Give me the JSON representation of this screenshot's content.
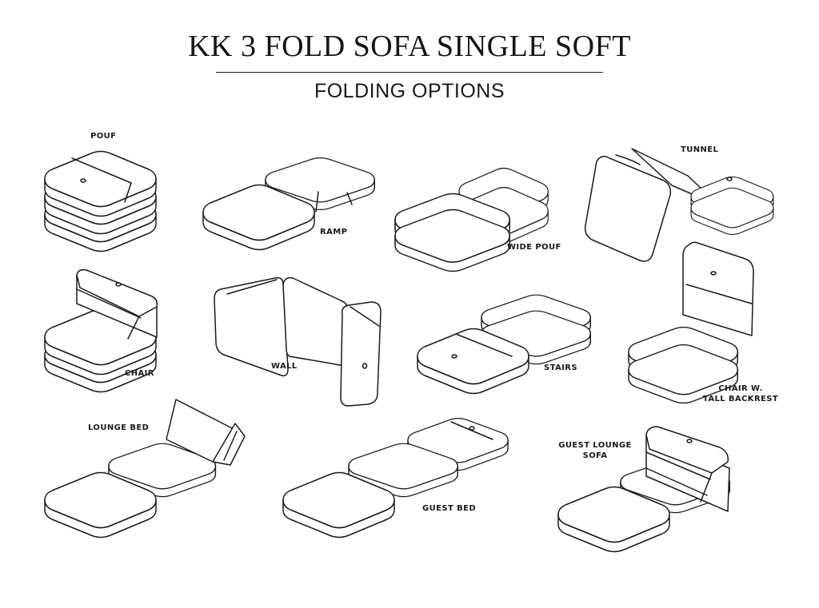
{
  "header": {
    "title": "KK 3 FOLD SOFA SINGLE SOFT",
    "subtitle": "FOLDING OPTIONS"
  },
  "options": {
    "pouf": "POUF",
    "ramp": "RAMP",
    "wide_pouf": "WIDE POUF",
    "tunnel": "TUNNEL",
    "chair": "CHAIR",
    "wall": "WALL",
    "stairs": "STAIRS",
    "chair_tall_line1": "CHAIR W.",
    "chair_tall_line2": "TALL BACKREST",
    "lounge_bed": "LOUNGE BED",
    "guest_bed": "GUEST BED",
    "guest_lounge_line1": "GUEST LOUNGE",
    "guest_lounge_line2": "SOFA"
  }
}
